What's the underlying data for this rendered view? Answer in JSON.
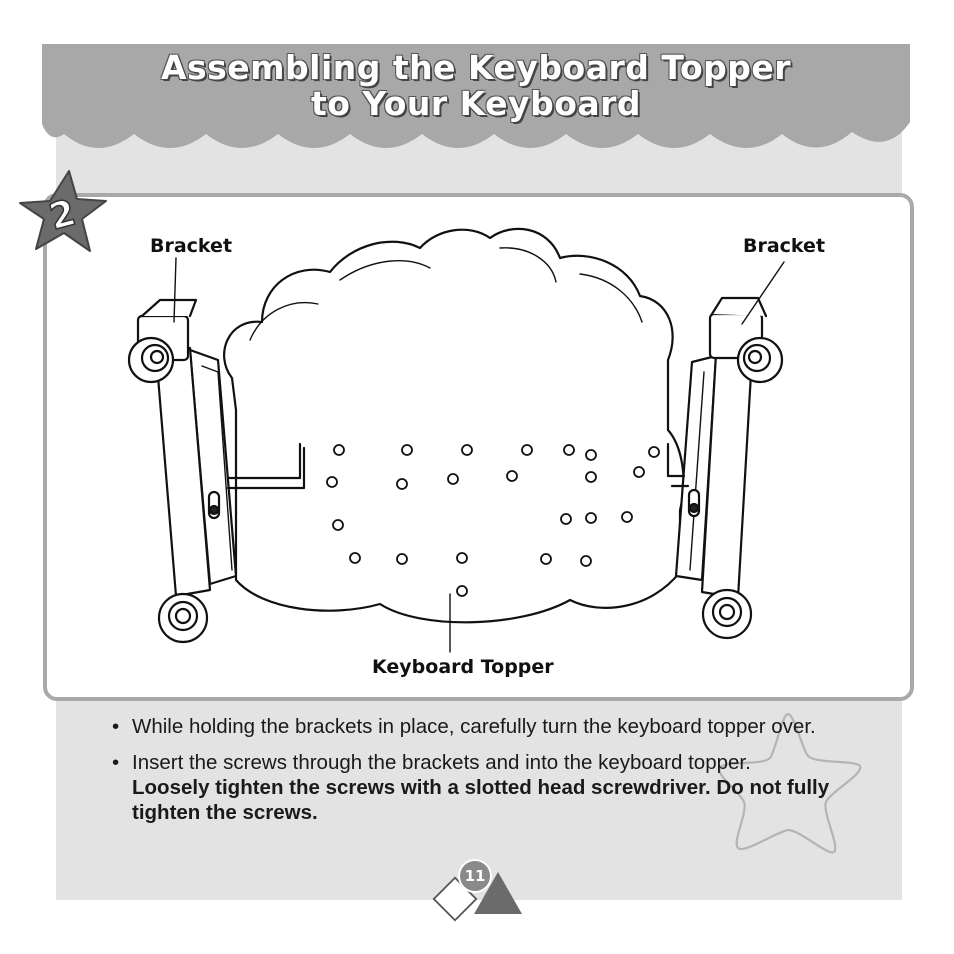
{
  "header": {
    "title_line1": "Assembling the Keyboard Topper",
    "title_line2": "to Your Keyboard"
  },
  "step": {
    "number": "2"
  },
  "diagram": {
    "label_bracket_left": "Bracket",
    "label_bracket_right": "Bracket",
    "label_keyboard_topper": "Keyboard Topper"
  },
  "instructions": {
    "bullet_symbol": "•",
    "item1": "While holding the brackets in place, carefully turn the keyboard topper over.",
    "item2_plain": "Insert the screws through the brackets and into the keyboard topper.",
    "item2_bold": "Loosely tighten the screws with a slotted head screwdriver. Do not fully tighten the screws."
  },
  "footer": {
    "page_number": "11"
  },
  "colors": {
    "banner": "#a8a8a8",
    "panel": "#e3e3e3",
    "box_border": "#a9a9a9",
    "star_badge": "#6b6b6b"
  }
}
